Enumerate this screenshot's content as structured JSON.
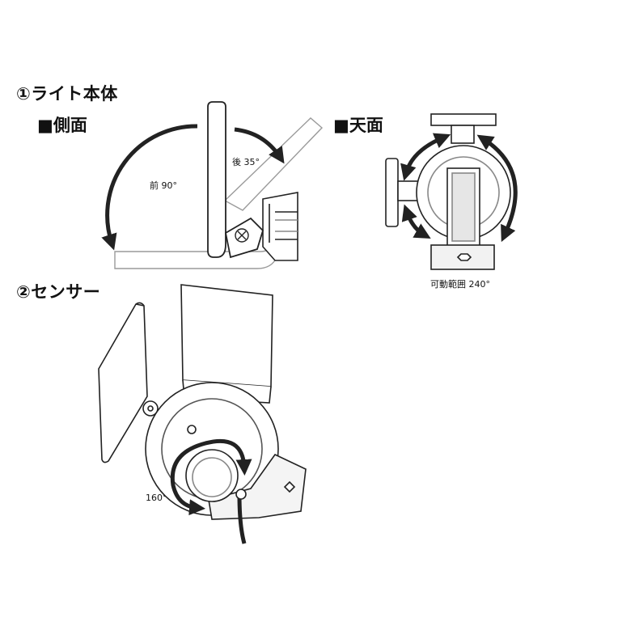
{
  "section1": {
    "title": "①ライト本体"
  },
  "side_view": {
    "title": "■側面",
    "front_label": "前 90°",
    "back_label": "後 35°"
  },
  "top_view": {
    "title": "■天面",
    "range_label": "可動範囲 240°"
  },
  "section2": {
    "title": "②センサー",
    "rotation_label": "160°"
  },
  "colors": {
    "line": "#222222",
    "fill": "#ffffff",
    "ghost": "#9a9a9a",
    "shade": "#cfcfcf"
  }
}
